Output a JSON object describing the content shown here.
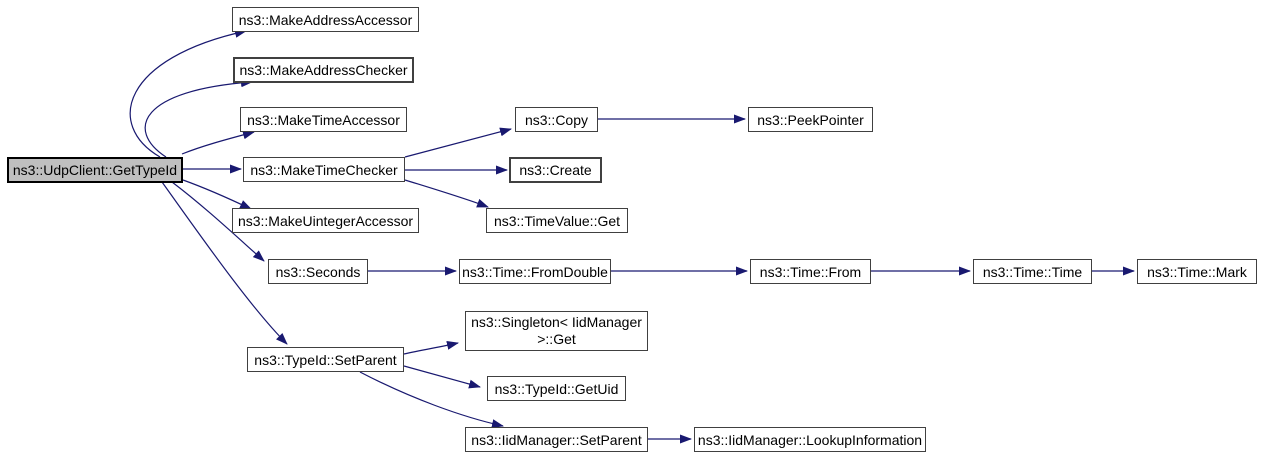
{
  "diagram": {
    "type": "call-graph",
    "root": "ns3::UdpClient::GetTypeId",
    "colors": {
      "root_fill": "#bfbfbf",
      "node_fill": "#ffffff",
      "node_border": "#404040",
      "edge": "#191970",
      "text": "#000000",
      "background": "#ffffff"
    },
    "nodes": [
      {
        "id": "udpclient-gettypeid",
        "label": "ns3::UdpClient::GetTypeId"
      },
      {
        "id": "make-address-accessor",
        "label": "ns3::MakeAddressAccessor"
      },
      {
        "id": "make-address-checker",
        "label": "ns3::MakeAddressChecker"
      },
      {
        "id": "make-time-accessor",
        "label": "ns3::MakeTimeAccessor"
      },
      {
        "id": "make-time-checker",
        "label": "ns3::MakeTimeChecker"
      },
      {
        "id": "make-uinteger-accessor",
        "label": "ns3::MakeUintegerAccessor"
      },
      {
        "id": "copy",
        "label": "ns3::Copy"
      },
      {
        "id": "peek-pointer",
        "label": "ns3::PeekPointer"
      },
      {
        "id": "create",
        "label": "ns3::Create"
      },
      {
        "id": "timevalue-get",
        "label": "ns3::TimeValue::Get"
      },
      {
        "id": "seconds",
        "label": "ns3::Seconds"
      },
      {
        "id": "time-fromdouble",
        "label": "ns3::Time::FromDouble"
      },
      {
        "id": "time-from",
        "label": "ns3::Time::From"
      },
      {
        "id": "time-time",
        "label": "ns3::Time::Time"
      },
      {
        "id": "time-mark",
        "label": "ns3::Time::Mark"
      },
      {
        "id": "typeid-setparent",
        "label": "ns3::TypeId::SetParent"
      },
      {
        "id": "singleton-iidmanager-get",
        "label": "ns3::Singleton< IidManager >::Get",
        "lines": [
          "ns3::Singleton< IidManager",
          ">::Get"
        ]
      },
      {
        "id": "typeid-getuid",
        "label": "ns3::TypeId::GetUid"
      },
      {
        "id": "iidmanager-setparent",
        "label": "ns3::IidManager::SetParent"
      },
      {
        "id": "iidmanager-lookupinformation",
        "label": "ns3::IidManager::LookupInformation"
      }
    ],
    "edges": [
      {
        "from": "udpclient-gettypeid",
        "to": "make-address-accessor"
      },
      {
        "from": "udpclient-gettypeid",
        "to": "make-address-checker"
      },
      {
        "from": "udpclient-gettypeid",
        "to": "make-time-accessor"
      },
      {
        "from": "udpclient-gettypeid",
        "to": "make-time-checker"
      },
      {
        "from": "udpclient-gettypeid",
        "to": "make-uinteger-accessor"
      },
      {
        "from": "udpclient-gettypeid",
        "to": "seconds"
      },
      {
        "from": "udpclient-gettypeid",
        "to": "typeid-setparent"
      },
      {
        "from": "make-time-checker",
        "to": "copy"
      },
      {
        "from": "make-time-checker",
        "to": "create"
      },
      {
        "from": "make-time-checker",
        "to": "timevalue-get"
      },
      {
        "from": "copy",
        "to": "peek-pointer"
      },
      {
        "from": "seconds",
        "to": "time-fromdouble"
      },
      {
        "from": "time-fromdouble",
        "to": "time-from"
      },
      {
        "from": "time-from",
        "to": "time-time"
      },
      {
        "from": "time-time",
        "to": "time-mark"
      },
      {
        "from": "typeid-setparent",
        "to": "singleton-iidmanager-get"
      },
      {
        "from": "typeid-setparent",
        "to": "typeid-getuid"
      },
      {
        "from": "typeid-setparent",
        "to": "iidmanager-setparent"
      },
      {
        "from": "iidmanager-setparent",
        "to": "iidmanager-lookupinformation"
      }
    ]
  }
}
